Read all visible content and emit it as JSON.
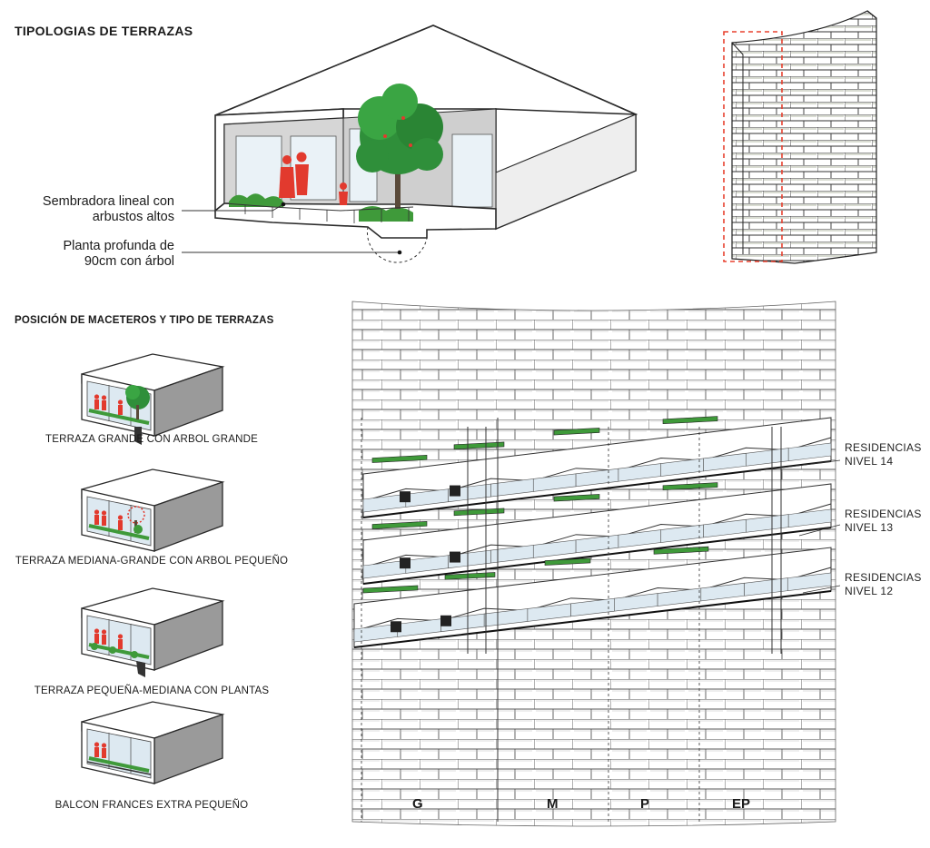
{
  "titles": {
    "top": "TIPOLOGIAS DE TERRAZAS",
    "section": "POSICIÓN DE MACETEROS Y TIPO DE TERRAZAS"
  },
  "annotations": {
    "sembradora_1": "Sembradora lineal con",
    "sembradora_2": "arbustos altos",
    "planta_1": "Planta profunda de",
    "planta_2": "90cm con árbol"
  },
  "terrace_types": [
    {
      "label": "TERRAZA GRANDE CON ARBOL GRANDE"
    },
    {
      "label": "TERRAZA MEDIANA-GRANDE  CON ARBOL PEQUEÑO"
    },
    {
      "label": "TERRAZA PEQUEÑA-MEDIANA  CON PLANTAS"
    },
    {
      "label": "BALCON FRANCES EXTRA PEQUEÑO"
    }
  ],
  "levels": [
    {
      "line1": "RESIDENCIAS",
      "line2": "NIVEL 14"
    },
    {
      "line1": "RESIDENCIAS",
      "line2": "NIVEL 13"
    },
    {
      "line1": "RESIDENCIAS",
      "line2": "NIVEL 12"
    }
  ],
  "zones": {
    "g": "G",
    "m": "M",
    "p": "P",
    "ep": "EP"
  },
  "colors": {
    "line": "#2a2a2a",
    "wall_gray": "#8f8f8f",
    "glass": "#dde9f1",
    "plant_green": "#3f9a3a",
    "tree_green": "#2f8f3a",
    "people_red": "#e23a2e",
    "highlight_red": "#e8402e",
    "soil": "#5a4a3a"
  }
}
